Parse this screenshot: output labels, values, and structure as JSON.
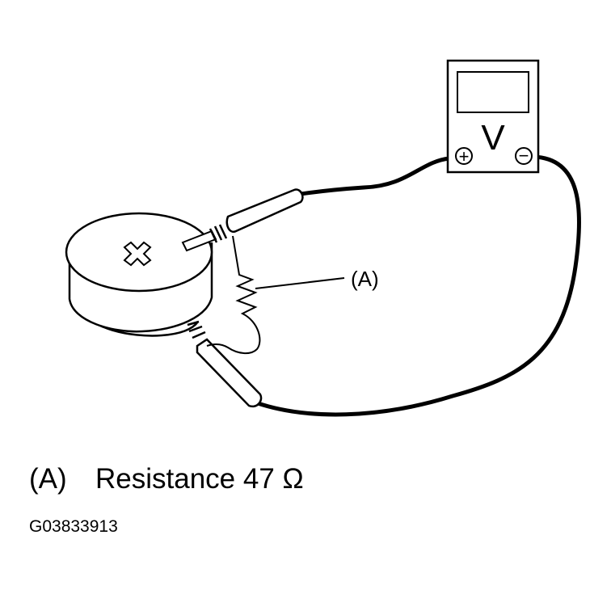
{
  "meter": {
    "label": "V",
    "positive_symbol": "+",
    "negative_symbol": "−"
  },
  "callout": {
    "label": "(A)"
  },
  "legend": {
    "key": "(A)",
    "text": "Resistance 47 Ω"
  },
  "figure_code": "G03833913",
  "colors": {
    "line": "#000000",
    "background": "#ffffff"
  }
}
